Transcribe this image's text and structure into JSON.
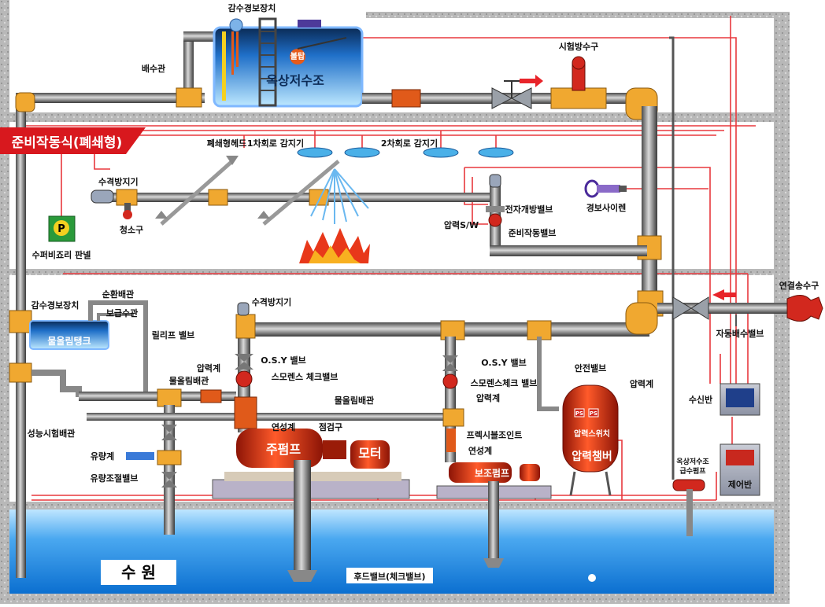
{
  "title": "준비작동식(폐쇄형)",
  "labels": {
    "tank_alarm_top": "감수경보장치",
    "drain_pipe": "배수관",
    "float_tap": "볼탑",
    "roof_tank": "옥상저수조",
    "test_outlet": "시험방수구",
    "closed_head": "폐쇄형헤드",
    "detector_1": "1차회로 감지기",
    "detector_2": "2차회로 감지기",
    "water_hammer_top": "수격방지기",
    "cleaning_port": "청소구",
    "panel_box": "수퍼비죠리 판넬",
    "solenoid_valve": "전자개방밸브",
    "pressure_sw": "압력S/W",
    "preaction_valve": "준비작동밸브",
    "alarm_siren": "경보사이렌",
    "fire_dept_conn": "연결송수구",
    "tank_alarm_left": "감수경보장치",
    "circ_pipe": "순환배관",
    "supply_pipe": "보급수관",
    "relief_valve": "릴리프 밸브",
    "priming_tank": "물올림탱크",
    "water_hammer_mid": "수격방지기",
    "osy_main": "O.S.Y 밸브",
    "spring_check_main": "스모렌스 체크밸브",
    "osy_aux": "O.S.Y 밸브",
    "spring_check_aux": "스모렌스체크 밸브",
    "auto_drain": "자동배수밸브",
    "safety_valve": "안전밸브",
    "gauge_1": "압력계",
    "gauge_2": "압력계",
    "gauge_3": "압력계",
    "priming_pipe_left": "물올림배관",
    "priming_pipe_mid": "물올림배관",
    "perf_test_pipe": "성능시험배관",
    "flow_meter": "유량계",
    "flow_valve": "유량조절밸브",
    "vacuum_gauge_main": "연성계",
    "check_port": "점검구",
    "flex_joint": "프렉시블조인트",
    "vacuum_gauge_aux": "연성계",
    "main_pump": "주펌프",
    "motor": "모터",
    "aux_pump": "보조펌프",
    "pressure_switch": "압력스위치",
    "pressure_chamber": "압력챔버",
    "roof_supply_pump": "옥상저수조",
    "roof_supply_pump_2": "급수펌프",
    "receiver": "수신반",
    "control": "제어반",
    "source": "수    원",
    "foot_valve": "후드밸브(체크밸브)",
    "ps_left": "PS",
    "ps_right": "PS",
    "panel_letter": "P"
  }
}
